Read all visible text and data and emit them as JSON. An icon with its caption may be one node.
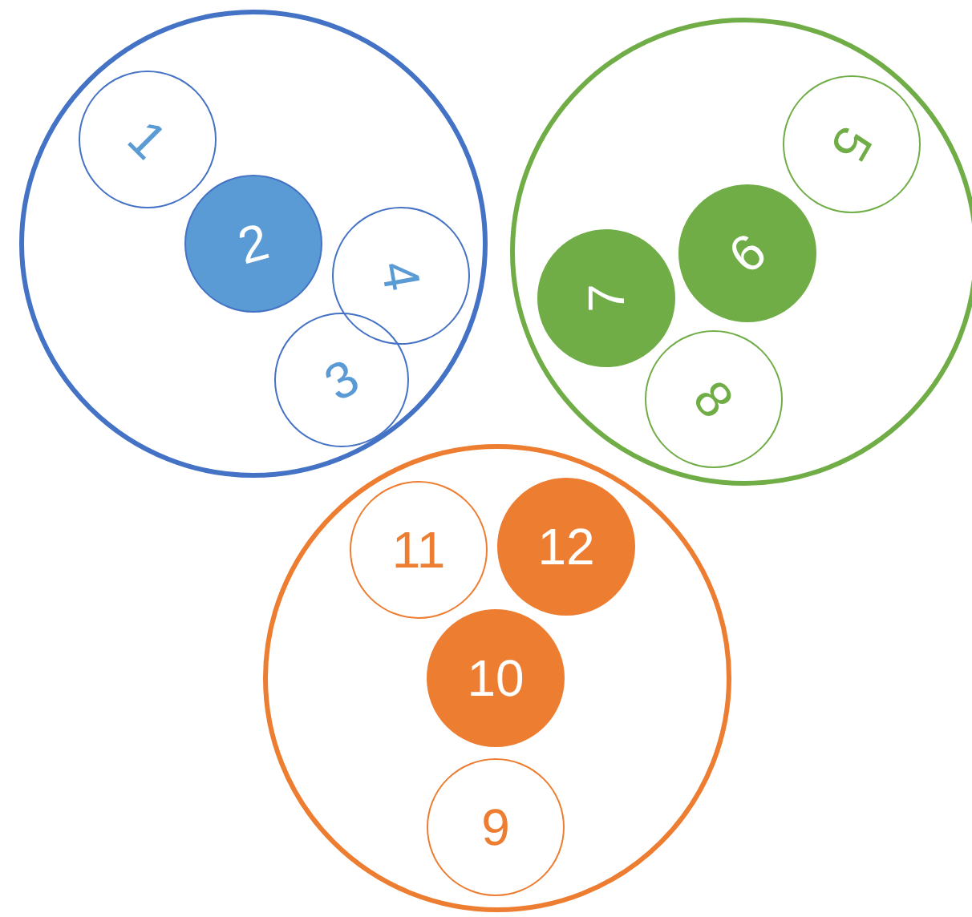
{
  "diagram": {
    "nodes": [
      {
        "text": [],
        "shape": "circle"
      },
      {
        "text": [
          "1"
        ],
        "in": 0
      },
      {
        "text": [
          "2"
        ],
        "in": 0
      },
      {
        "text": [
          "4"
        ],
        "in": 0
      },
      {
        "text": [
          "3"
        ],
        "in": 0
      },
      {
        "text": [],
        "shape": "circle"
      },
      {
        "text": [
          "5"
        ],
        "in": 5
      },
      {
        "text": [
          "6"
        ],
        "in": 5
      },
      {
        "text": [
          "7"
        ],
        "in": 5
      },
      {
        "text": [
          "8"
        ],
        "in": 5
      },
      {
        "text": [],
        "shape": "circle"
      },
      {
        "text": [
          "11"
        ],
        "in": 10
      },
      {
        "text": [
          "12"
        ],
        "in": 10
      },
      {
        "text": [
          "10"
        ],
        "in": 10
      },
      {
        "text": [
          "9"
        ],
        "in": 10
      }
    ]
  }
}
